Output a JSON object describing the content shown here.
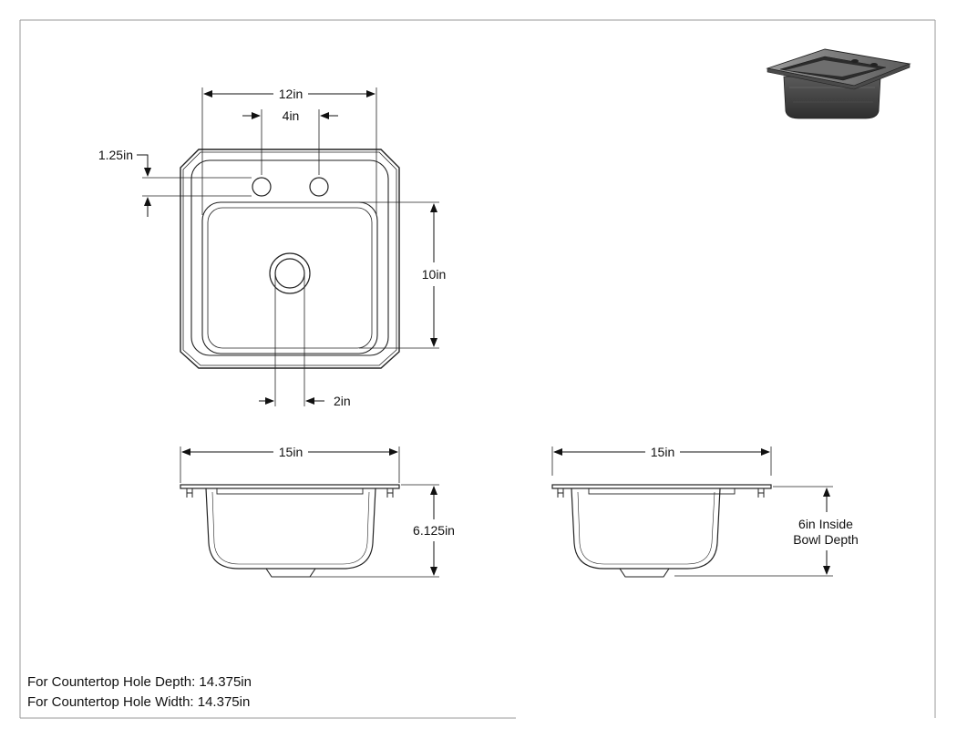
{
  "dimensions": {
    "top_width": "12in",
    "faucet_spacing": "4in",
    "hole_offset": "1.25in",
    "bowl_length": "10in",
    "drain_size": "2in",
    "front_width": "15in",
    "overall_height": "6.125in",
    "side_width": "15in",
    "bowl_depth_line1": "6in Inside",
    "bowl_depth_line2": "Bowl Depth"
  },
  "notes": {
    "hole_depth": "For Countertop Hole Depth: 14.375in",
    "hole_width": "For Countertop Hole Width: 14.375in"
  },
  "colors": {
    "line": "#222222",
    "border": "#9a9a9a",
    "render_dark": "#3a3a3a",
    "render_light": "#8c8c8c"
  }
}
